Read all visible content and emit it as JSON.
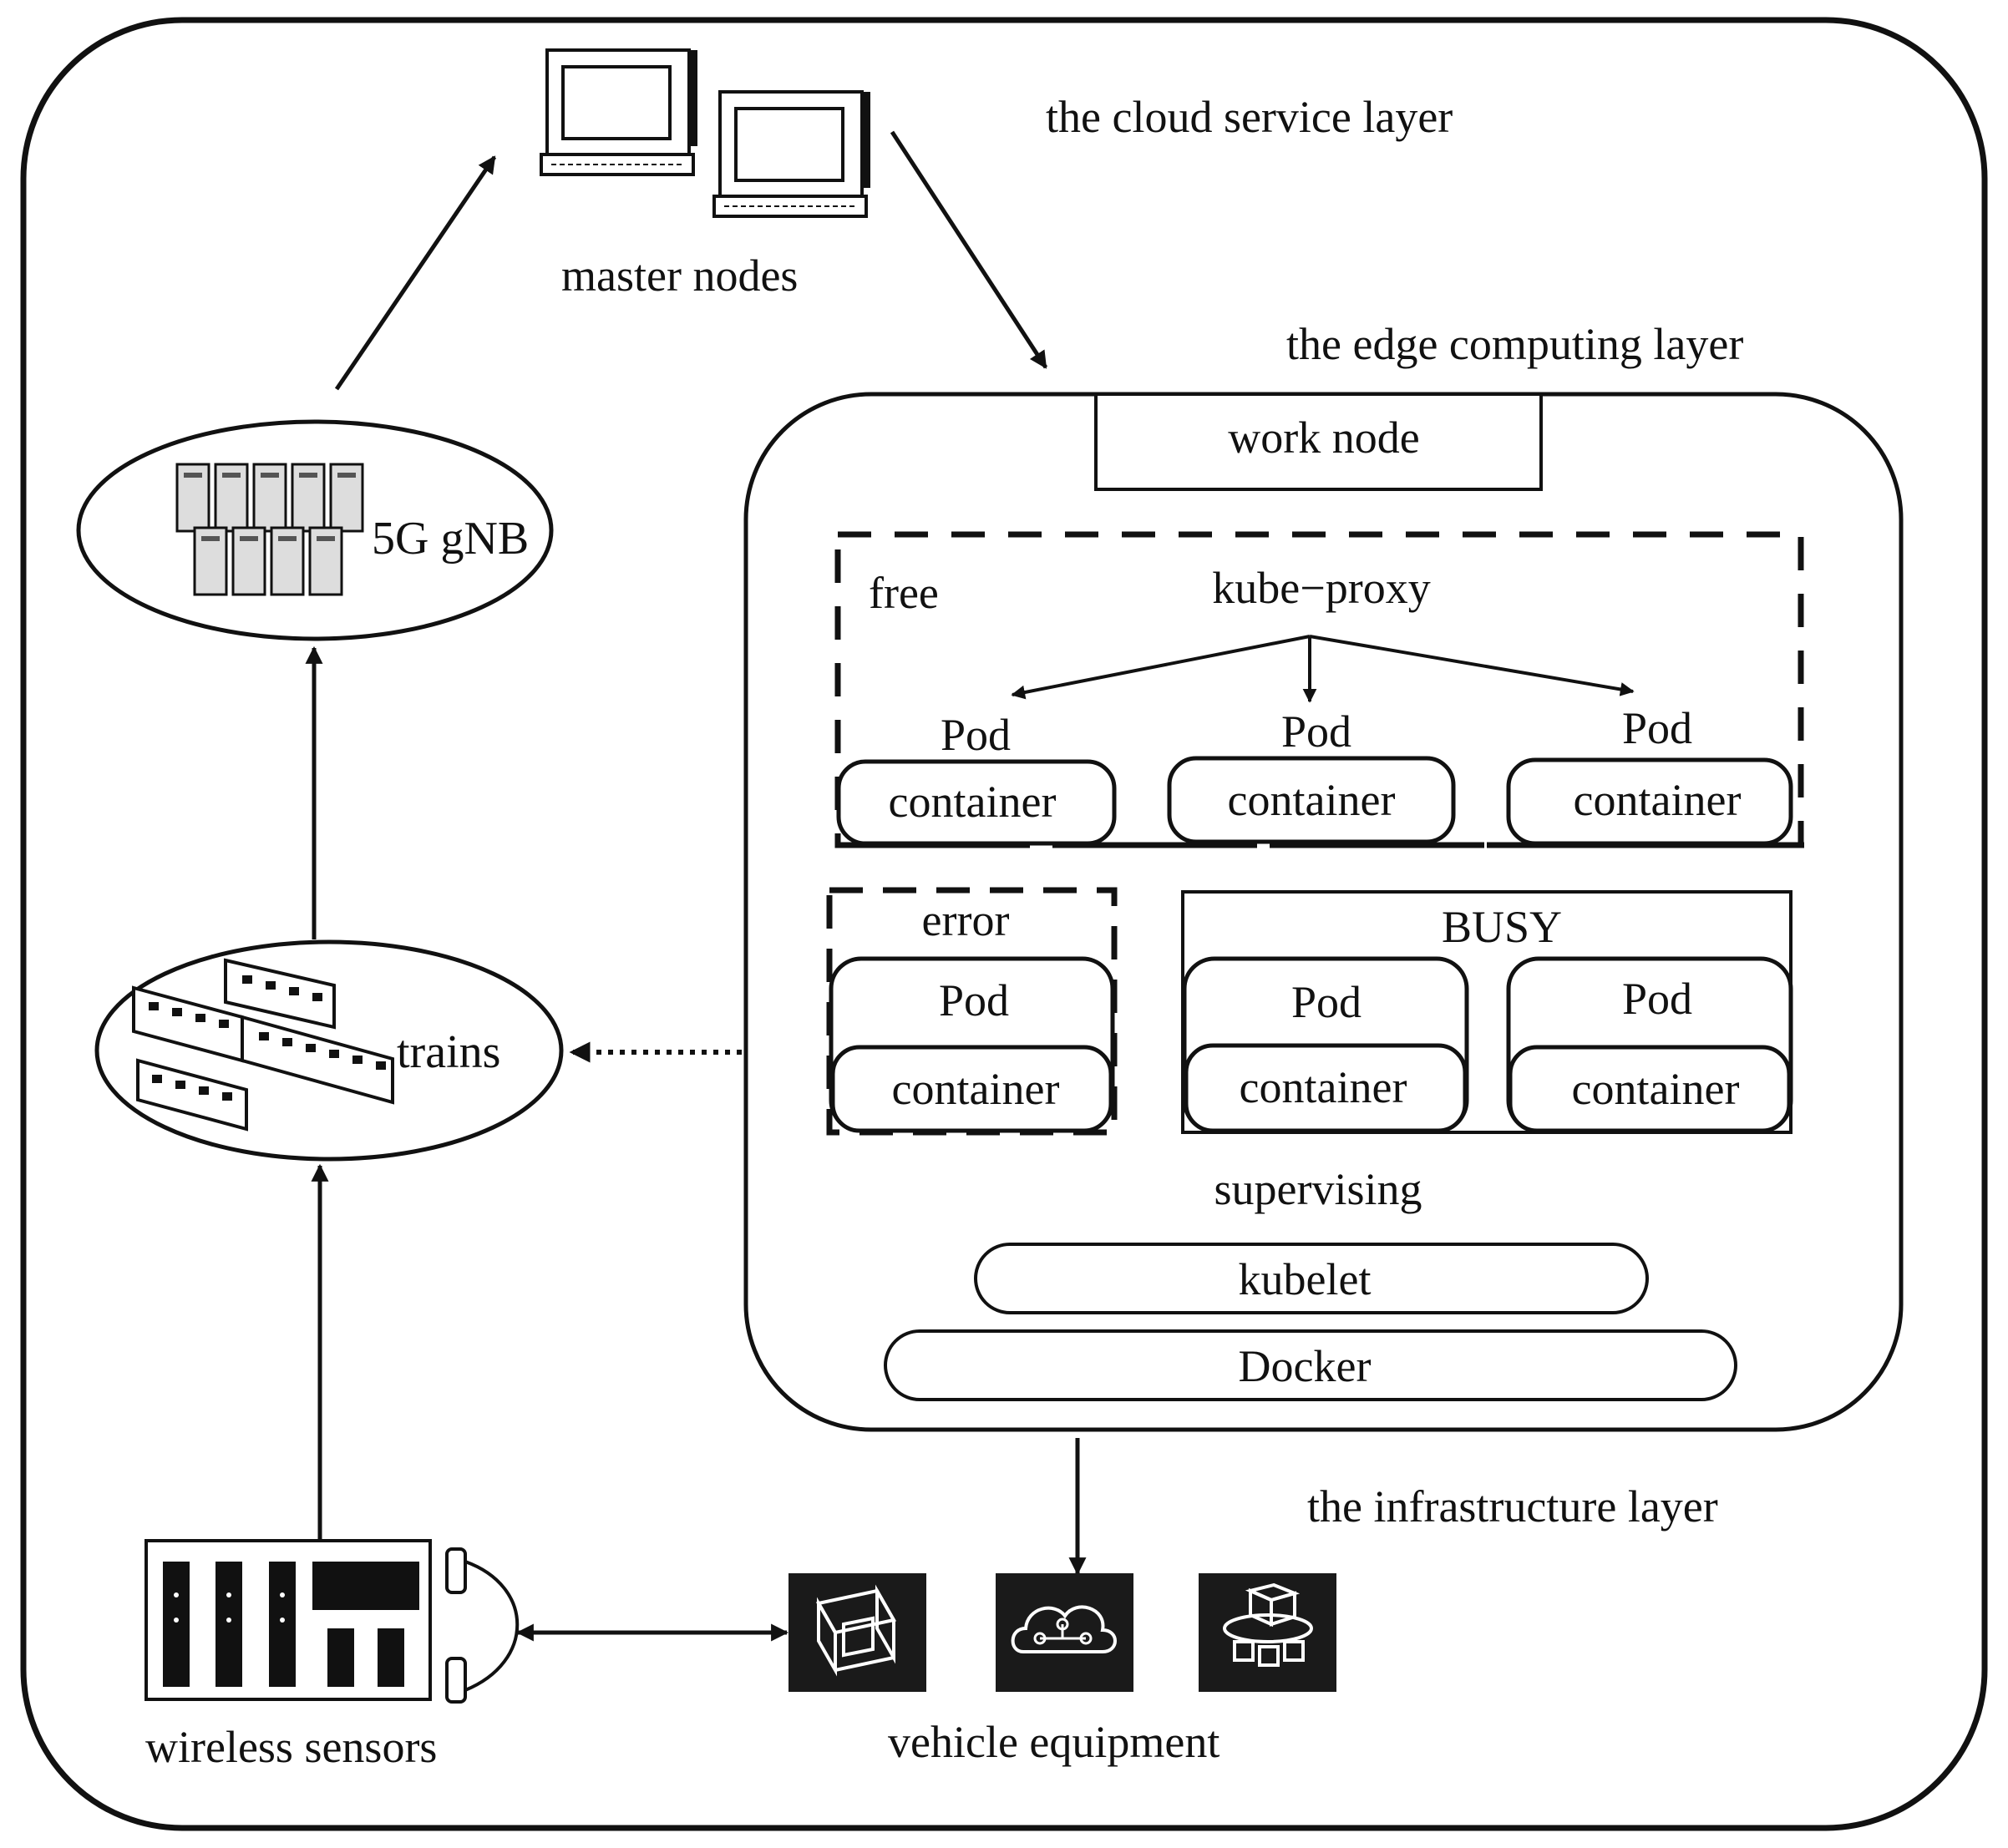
{
  "colors": {
    "ink": "#111111",
    "background": "#ffffff",
    "icon_fill": "#1a1a1a"
  },
  "layers": {
    "cloud": "the cloud service layer",
    "edge": "the edge computing layer",
    "infrastructure": "the infrastructure layer"
  },
  "nodes": {
    "master": "master nodes",
    "gnb": "5G gNB",
    "trains": "trains",
    "wireless": "wireless sensors",
    "vehicle": "vehicle equipment"
  },
  "edge": {
    "work_node": "work node",
    "free": "free",
    "kube_proxy": "kube−proxy",
    "error": "error",
    "busy": "BUSY",
    "supervising": "supervising",
    "kubelet": "kubelet",
    "docker": "Docker"
  },
  "pod": {
    "pod": "Pod",
    "container": "container"
  },
  "icons": [
    "computer-icon",
    "server-rack-icon",
    "train-icon",
    "sensor-panel-icon",
    "phone-handset-icon",
    "network-cube-icon",
    "cloud-network-icon",
    "cube-cluster-icon"
  ]
}
